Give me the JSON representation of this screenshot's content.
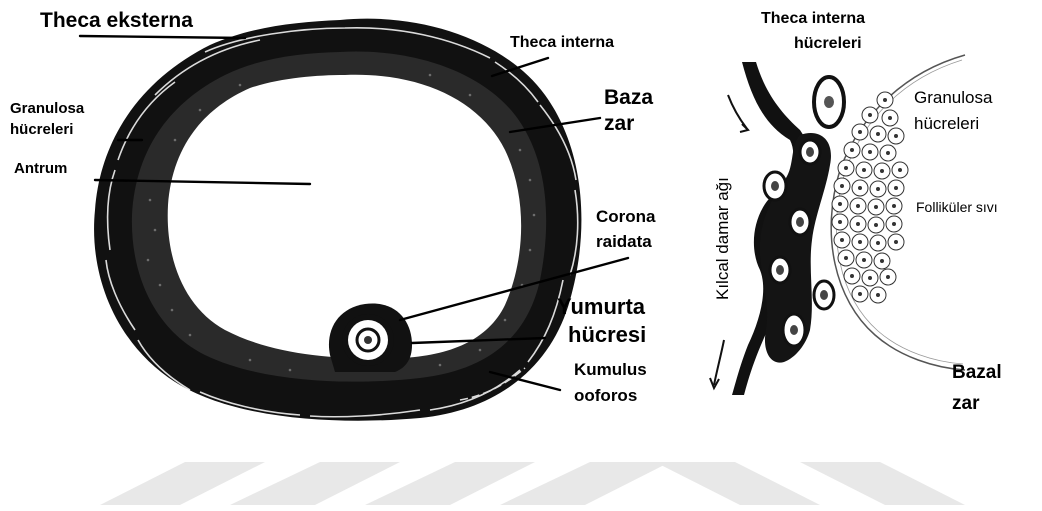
{
  "left_diagram": {
    "labels": {
      "theca_eksterna": "Theca eksterna",
      "theca_interna": "Theca interna",
      "granulosa_1": "Granulosa",
      "granulosa_2": "hücreleri",
      "antrum": "Antrum",
      "baza_1": "Baza",
      "baza_2": "zar",
      "corona_1": "Corona",
      "corona_2": "raidata",
      "yumurta_1": "Yumurta",
      "yumurta_2": "hücresi",
      "kumulus_1": "Kumulus",
      "kumulus_2": "ooforos"
    }
  },
  "right_diagram": {
    "labels": {
      "theca_interna_1": "Theca interna",
      "theca_interna_2": "hücreleri",
      "granulosa_1": "Granulosa",
      "granulosa_2": "hücreleri",
      "follikuler": "Folliküler sıvı",
      "kilcal": "Kılcal damar ağı",
      "bazal_1": "Bazal",
      "bazal_2": "zar"
    }
  },
  "watermark": {
    "color": "#e6e6e6",
    "shape_count": 6
  }
}
